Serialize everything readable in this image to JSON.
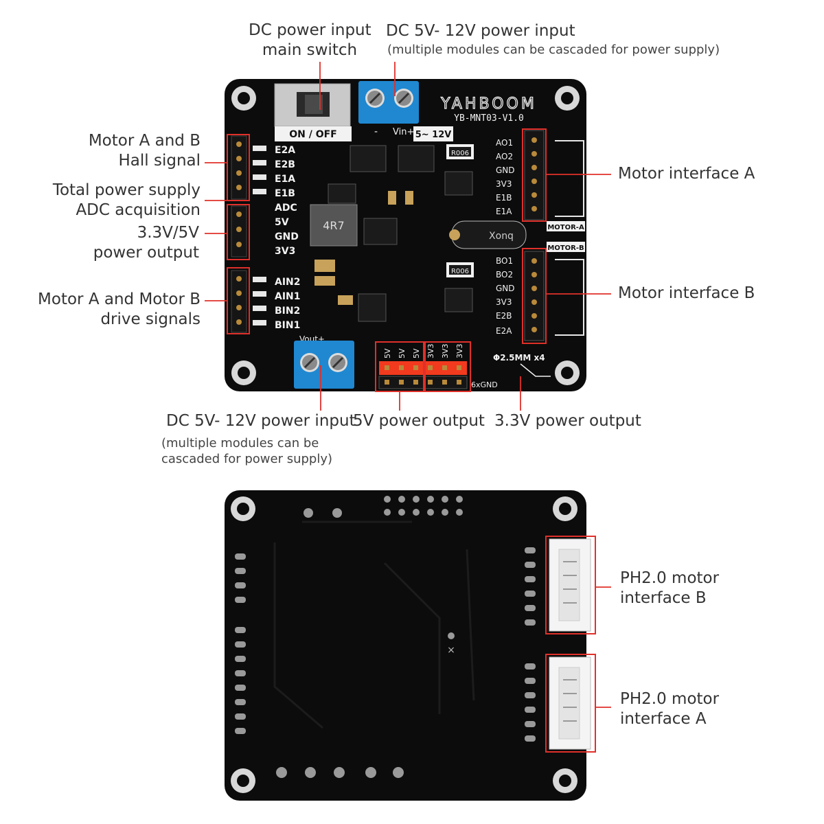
{
  "top_board": {
    "brand": "YAHBOOM",
    "model": "YB-MNT03-V1.0",
    "switch_label": "ON / OFF",
    "voltage_label": "5~ 12V",
    "terminal_top_minus": "-",
    "terminal_top_plus": "Vin+",
    "terminal_bottom_label": "Vout+",
    "left_pins": [
      "E2A",
      "E2B",
      "E1A",
      "E1B",
      "ADC",
      "5V",
      "GND",
      "3V3",
      "AIN2",
      "AIN1",
      "BIN2",
      "BIN1"
    ],
    "motor_a_pins": [
      "AO1",
      "AO2",
      "GND",
      "3V3",
      "E1B",
      "E1A"
    ],
    "motor_b_pins": [
      "BO1",
      "BO2",
      "GND",
      "3V3",
      "E2B",
      "E2A"
    ],
    "motor_a_label": "MOTOR-A",
    "motor_b_label": "MOTOR-B",
    "resistor_label_1": "R006",
    "resistor_label_2": "R006",
    "inductor_label": "4R7",
    "capacitor_label": "Xonq",
    "power_header_labels": [
      "5V",
      "5V",
      "5V",
      "3V3",
      "3V3",
      "3V3"
    ],
    "gnd_label": "6xGND",
    "hole_label": "Φ2.5MM x4"
  },
  "callouts": {
    "main_switch": [
      "DC power input",
      "main switch"
    ],
    "dc_input_top_line1": "DC 5V- 12V power input",
    "dc_input_top_line2": "(multiple modules can be cascaded for power supply)",
    "hall_signal": [
      "Motor A and B",
      "Hall signal"
    ],
    "adc": [
      "Total power supply",
      "ADC acquisition"
    ],
    "power_output": [
      "3.3V/5V",
      "power output"
    ],
    "drive_signals": [
      "Motor A and Motor B",
      "drive signals"
    ],
    "motor_interface_a": "Motor interface A",
    "motor_interface_b": "Motor interface B",
    "dc_input_bottom_line1": "DC 5V- 12V power input",
    "dc_input_bottom_line2": "(multiple modules can be",
    "dc_input_bottom_line3": "cascaded for power supply)",
    "output_5v": "5V power output",
    "output_3v3": "3.3V power output",
    "ph_interface_b": [
      "PH2.0 motor",
      "interface B"
    ],
    "ph_interface_a": [
      "PH2.0 motor",
      "interface A"
    ]
  },
  "colors": {
    "pcb": "#0c0c0c",
    "callout_box": "#e0302a",
    "terminal_blue": "#1f88d1",
    "header_red": "#f23a1f",
    "silk": "#f2f2f2"
  }
}
